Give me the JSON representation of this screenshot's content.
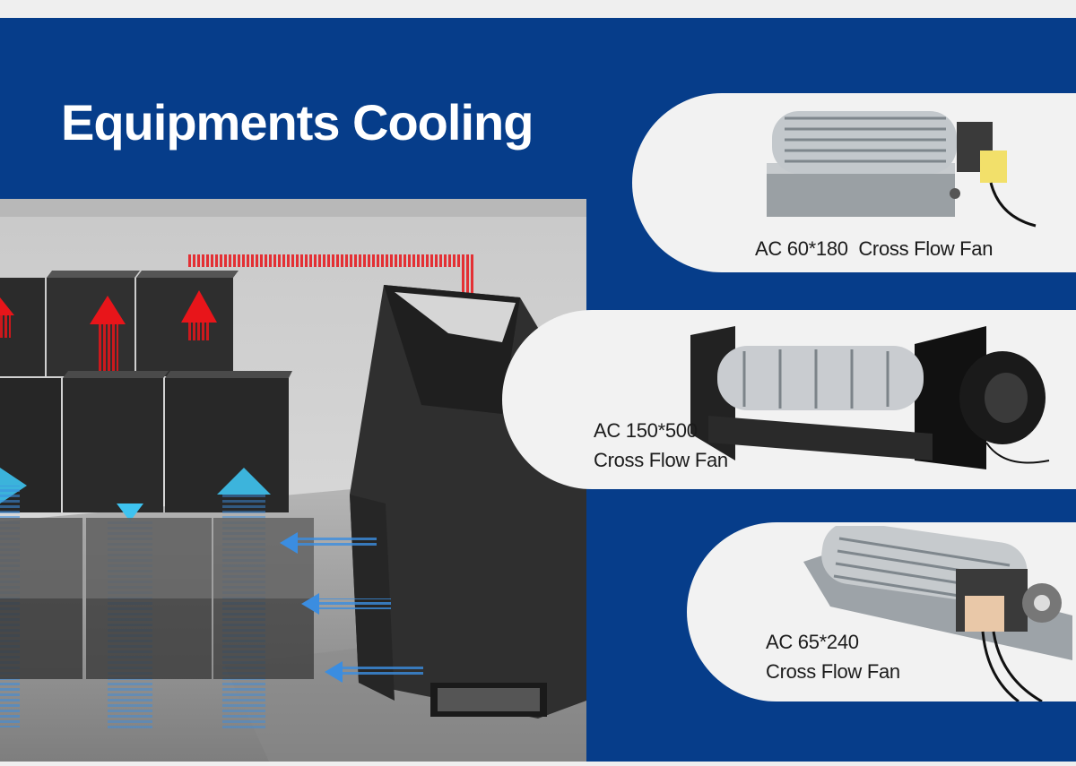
{
  "title": "Equipments Cooling",
  "colors": {
    "brand_blue": "#063d8a",
    "card_background": "#f2f2f2",
    "hot_air": "#e8151a",
    "cold_air": "#3ec3f0",
    "supply_air": "#3b8de0"
  },
  "illustration": {
    "description_icon": "server-room-airflow-illustration",
    "rack_icon": "server-rack-icon",
    "ac_unit_icon": "precision-air-conditioner-icon",
    "hot_arrow_icon": "hot-air-up-arrow-icon",
    "cold_arrow_icon": "cold-air-up-arrow-icon",
    "supply_arrow_icon": "supply-air-left-arrow-icon"
  },
  "products": [
    {
      "label_lines": [
        "AC 60*180  Cross Flow Fan"
      ],
      "image_icon": "cross-flow-fan-small-icon"
    },
    {
      "label_lines": [
        "AC 150*500",
        "Cross Flow Fan"
      ],
      "image_icon": "cross-flow-fan-large-icon"
    },
    {
      "label_lines": [
        "AC 65*240",
        "Cross Flow Fan"
      ],
      "image_icon": "cross-flow-fan-medium-icon"
    }
  ]
}
